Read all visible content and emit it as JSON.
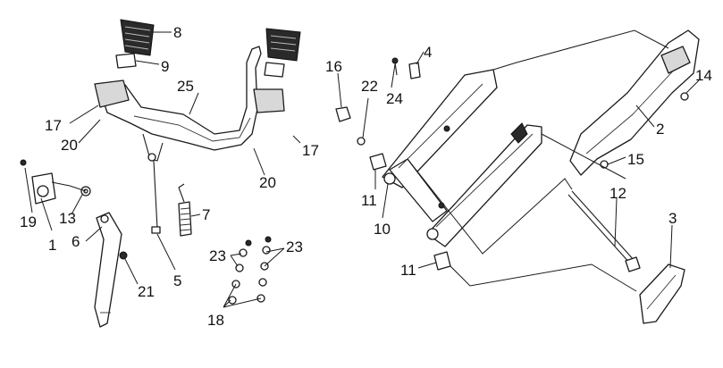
{
  "diagram": {
    "labels": {
      "p8": "8",
      "p9": "9",
      "p25": "25",
      "p17a": "17",
      "p20a": "20",
      "p17b": "17",
      "p20b": "20",
      "p19": "19",
      "p13": "13",
      "p1": "1",
      "p6": "6",
      "p21": "21",
      "p7": "7",
      "p5": "5",
      "p23a": "23",
      "p23b": "23",
      "p18": "18",
      "p16": "16",
      "p22": "22",
      "p24": "24",
      "p4": "4",
      "p11a": "11",
      "p10": "10",
      "p11b": "11",
      "p14": "14",
      "p2": "2",
      "p15": "15",
      "p12": "12",
      "p3": "3"
    }
  }
}
